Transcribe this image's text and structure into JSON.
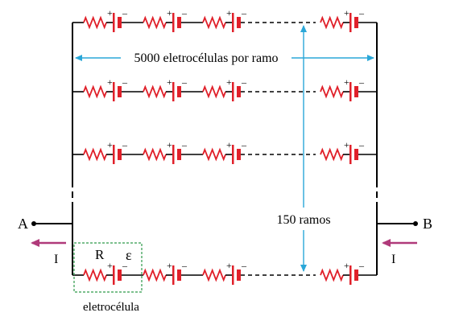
{
  "labels": {
    "cells_per_branch": "5000 eletrocélulas por ramo",
    "branches": "150 ramos",
    "terminal_a": "A",
    "terminal_b": "B",
    "current_left": "I",
    "current_right": "I",
    "resistor_symbol": "R",
    "emf_symbol": "ε",
    "cell_caption": "eletrocélula",
    "plus": "+",
    "minus": "–"
  },
  "colors": {
    "resistor": "#e0202a",
    "battery": "#e0202a",
    "wire": "#000000",
    "dimension_arrow": "#2aa7d8",
    "current_arrow": "#b03a7a",
    "cell_box": "#2e9a4a"
  }
}
